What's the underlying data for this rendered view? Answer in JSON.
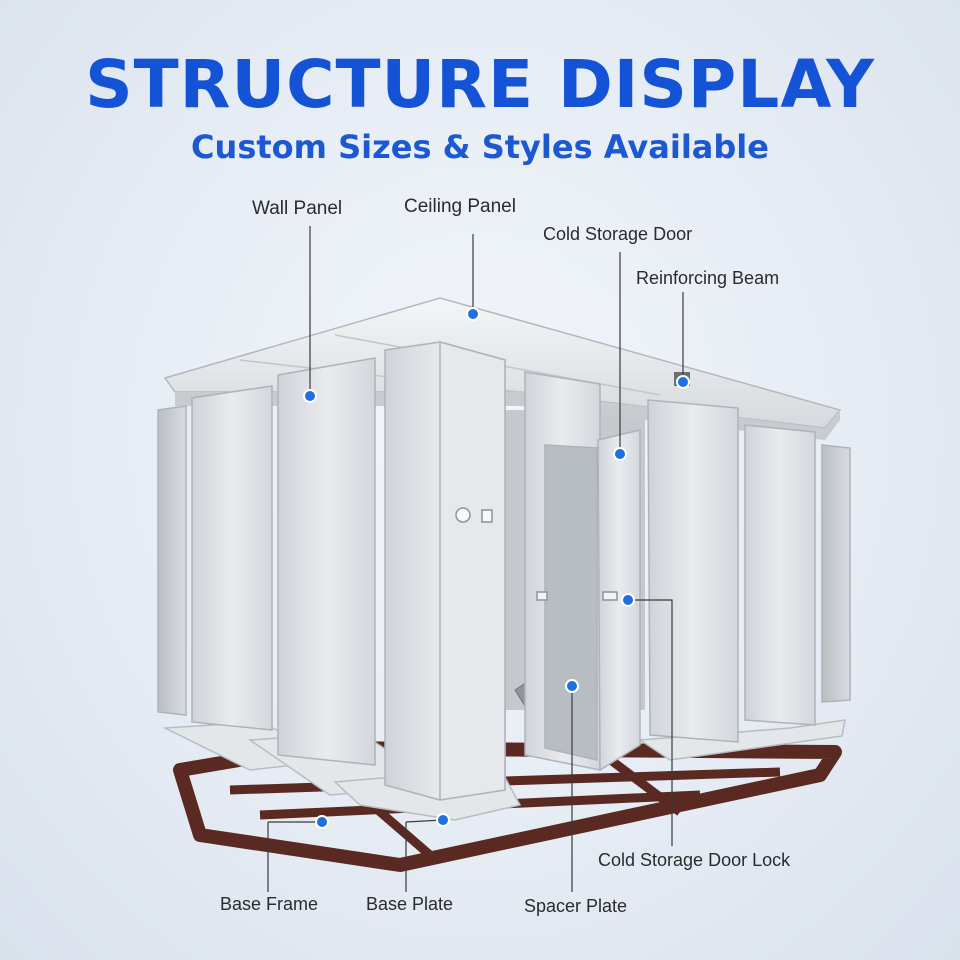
{
  "header": {
    "title": "STRUCTURE DISPLAY",
    "subtitle": "Custom Sizes & Styles Available"
  },
  "labels": {
    "wall_panel": "Wall Panel",
    "ceiling_panel": "Ceiling Panel",
    "cold_storage_door": "Cold Storage Door",
    "reinforcing_beam": "Reinforcing Beam",
    "cold_storage_door_lock": "Cold Storage Door Lock",
    "base_frame": "Base Frame",
    "base_plate": "Base Plate",
    "spacer_plate": "Spacer Plate"
  },
  "colors": {
    "title": "#1553d6",
    "marker": "#1f6fe0",
    "frame": "#5a2a22",
    "panel": "#dfe2e6"
  }
}
